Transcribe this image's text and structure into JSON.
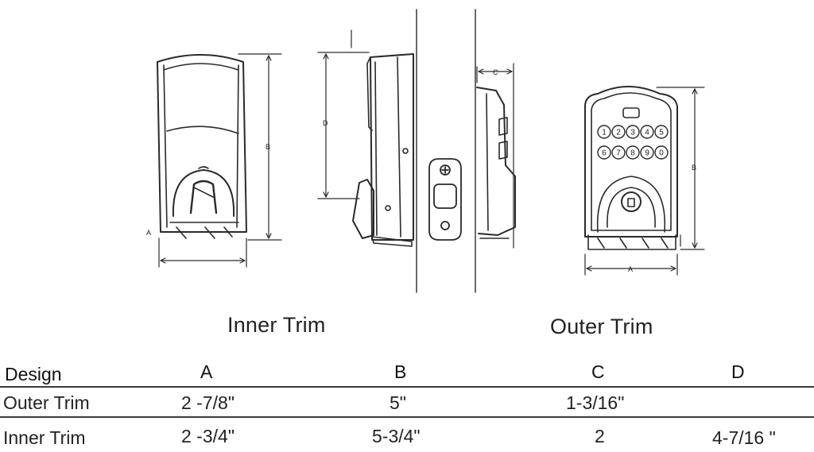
{
  "captions": {
    "inner": "Inner Trim",
    "outer": "Outer Trim"
  },
  "dimension_letters": {
    "inner_a": "A",
    "inner_b": "B",
    "side_d": "D",
    "side_c": "C",
    "outer_a": "A",
    "outer_b": "B"
  },
  "keypad": {
    "row1": [
      "1",
      "2",
      "3",
      "4",
      "5"
    ],
    "row2": [
      "6",
      "7",
      "8",
      "9",
      "0"
    ]
  },
  "table": {
    "headers": [
      "Design",
      "A",
      "B",
      "C",
      "D"
    ],
    "rows": [
      [
        "Outer Trim",
        "2 -7/8\"",
        "5\"",
        "1-3/16\"",
        ""
      ],
      [
        "Inner Trim",
        "2 -3/4\"",
        "5-3/4\"",
        "2",
        "4-7/16 \""
      ]
    ]
  }
}
